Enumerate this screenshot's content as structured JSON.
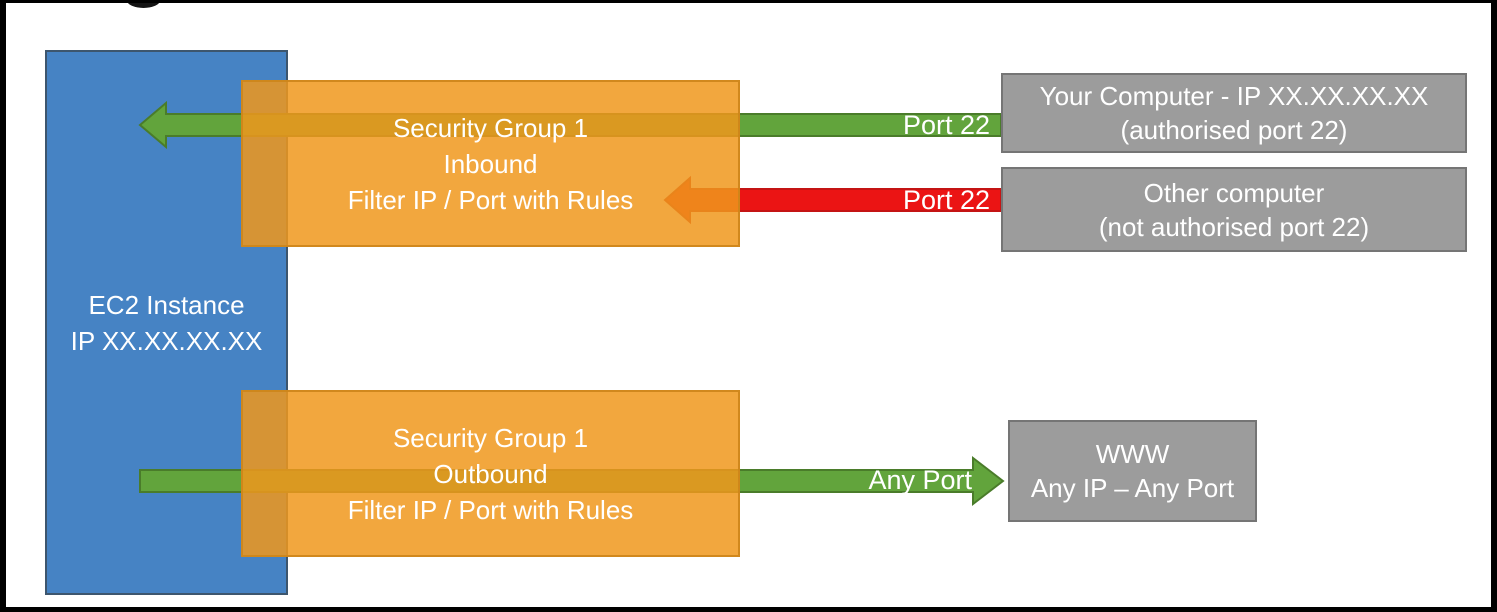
{
  "ec2_box": {
    "line1": "EC2 Instance",
    "line2": "IP XX.XX.XX.XX"
  },
  "inbound_group": {
    "line1": "Security Group 1",
    "line2": "Inbound",
    "line3": "Filter IP / Port with Rules"
  },
  "outbound_group": {
    "line1": "Security Group 1",
    "line2": "Outbound",
    "line3": "Filter IP / Port with Rules"
  },
  "your_computer": {
    "line1": "Your Computer - IP XX.XX.XX.XX",
    "line2": "(authorised port 22)"
  },
  "other_computer": {
    "line1": "Other computer",
    "line2": "(not authorised port 22)"
  },
  "www": {
    "line1": "WWW",
    "line2": "Any IP – Any Port"
  },
  "arrow_labels": {
    "inbound_allowed": "Port 22",
    "inbound_blocked": "Port 22",
    "outbound": "Any Port"
  },
  "colors": {
    "ec2_fill": "#4683C4",
    "ec2_border": "#3D566E",
    "group_fill": "rgba(240,152,28,0.85)",
    "group_border": "rgba(205,133,25,0.9)",
    "gray_fill": "#9C9C9C",
    "gray_border": "#757575",
    "green_arrow": "#62A43C",
    "green_arrow_border": "#4A7C2A",
    "red_arrow": "#EB1414",
    "red_arrow_border": "#C41414",
    "text": "#FFFFFF",
    "frame": "#000000"
  }
}
